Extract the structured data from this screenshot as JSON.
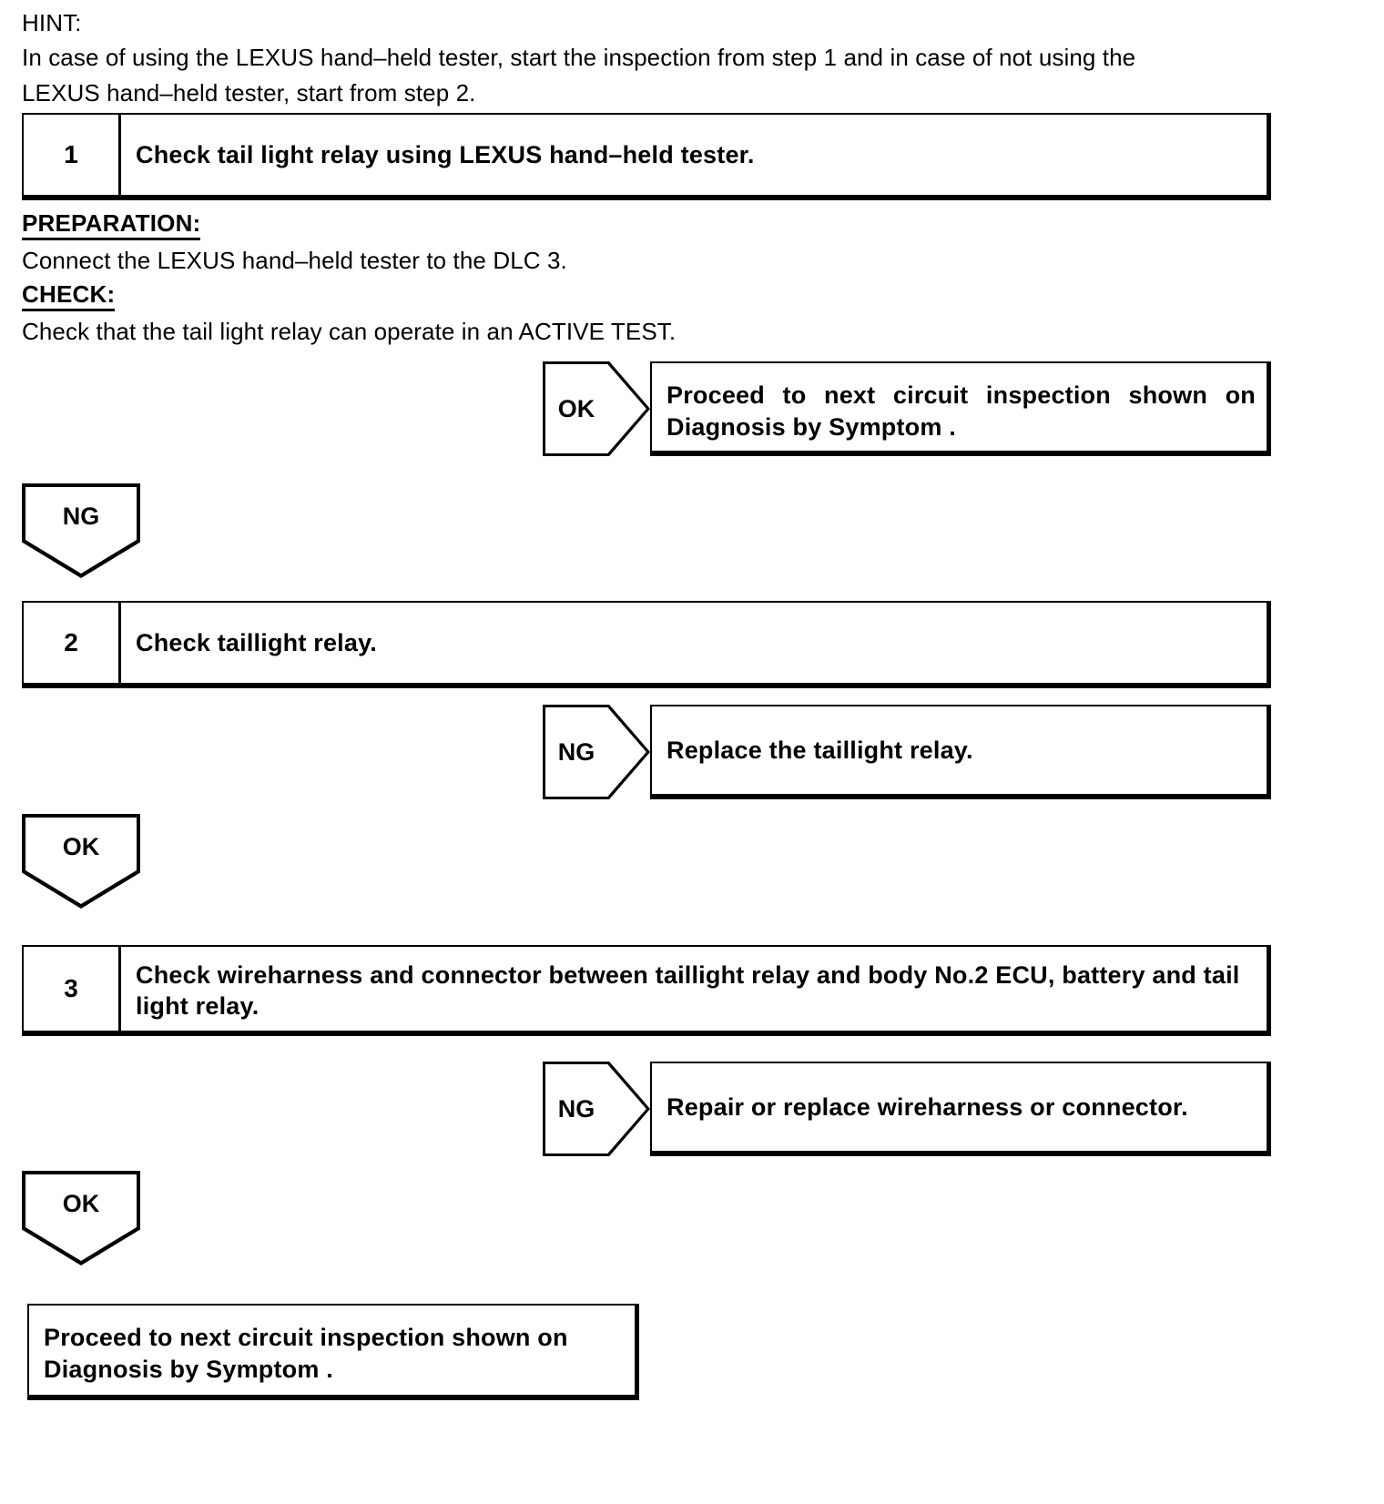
{
  "document": {
    "type": "diagnostic-flowchart",
    "title": "Tail Light Relay Circuit Inspection"
  },
  "hint": {
    "label": "HINT:",
    "line1": "In case of using the LEXUS hand–held tester, start the inspection from step 1 and in case of not using the",
    "line2": "LEXUS hand–held tester, start from step 2."
  },
  "steps": [
    {
      "number": "1",
      "title": "Check tail light relay using LEXUS hand–held tester."
    },
    {
      "number": "2",
      "title": "Check taillight relay."
    },
    {
      "number": "3",
      "title_line1": "Check wireharness and connector between taillight relay and body No.2 ECU,",
      "title_line2": "battery and tail light relay."
    }
  ],
  "sections": [
    {
      "heading": "PREPARATION:",
      "body": "Connect the LEXUS hand–held tester to the DLC 3."
    },
    {
      "heading": "CHECK:",
      "body": "Check that the tail light relay can operate in an ACTIVE TEST."
    }
  ],
  "judgements": {
    "ok": "OK",
    "ng": "NG"
  },
  "results": {
    "step1_ok_line1": "Proceed to next circuit inspection shown on",
    "step1_ok_line2": "Diagnosis by Symptom .",
    "step2_ng": "Replace the taillight relay.",
    "step3_ng": "Repair or replace wireharness or connector.",
    "final_line1": "Proceed to next circuit inspection shown on",
    "final_line2": "Diagnosis by Symptom ."
  },
  "colors": {
    "ink": "#000000",
    "paper": "#ffffff"
  }
}
